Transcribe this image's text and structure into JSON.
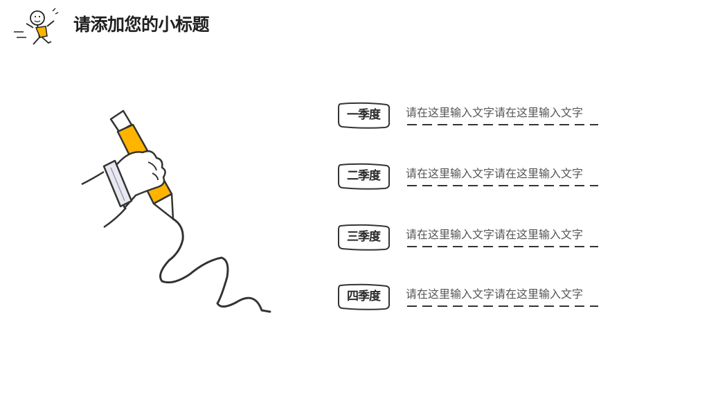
{
  "header": {
    "title": "请添加您的小标题",
    "logo_icon": "running-stick-figure-icon"
  },
  "illustration": {
    "icon": "hand-holding-marker-icon",
    "accent_color": "#FFB400"
  },
  "items": [
    {
      "label": "一季度",
      "text": "请在这里输入文字请在这里输入文字"
    },
    {
      "label": "二季度",
      "text": "请在这里输入文字请在这里输入文字"
    },
    {
      "label": "三季度",
      "text": "请在这里输入文字请在这里输入文字"
    },
    {
      "label": "四季度",
      "text": "请在这里输入文字请在这里输入文字"
    }
  ]
}
